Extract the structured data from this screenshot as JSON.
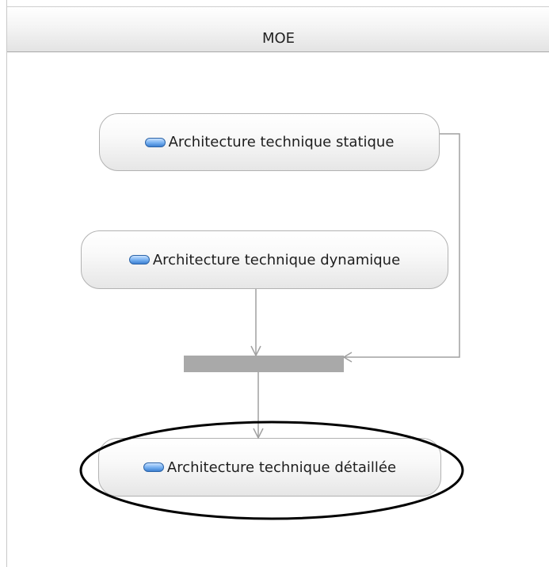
{
  "swimlane": {
    "title": "MOE"
  },
  "actions": [
    {
      "label": "Architecture technique statique",
      "icon": "action-pill-icon"
    },
    {
      "label": "Architecture technique dynamique",
      "icon": "action-pill-icon"
    },
    {
      "label": "Architecture technique détaillée",
      "icon": "action-pill-icon"
    }
  ],
  "join": {
    "kind": "synchronization-bar"
  },
  "highlight": {
    "target": "Architecture technique détaillée",
    "shape": "ellipse",
    "color": "#000000"
  },
  "colors": {
    "edge": "#a0a0a0",
    "bar": "#a9a9a9",
    "icon": "#4d8fe0"
  }
}
